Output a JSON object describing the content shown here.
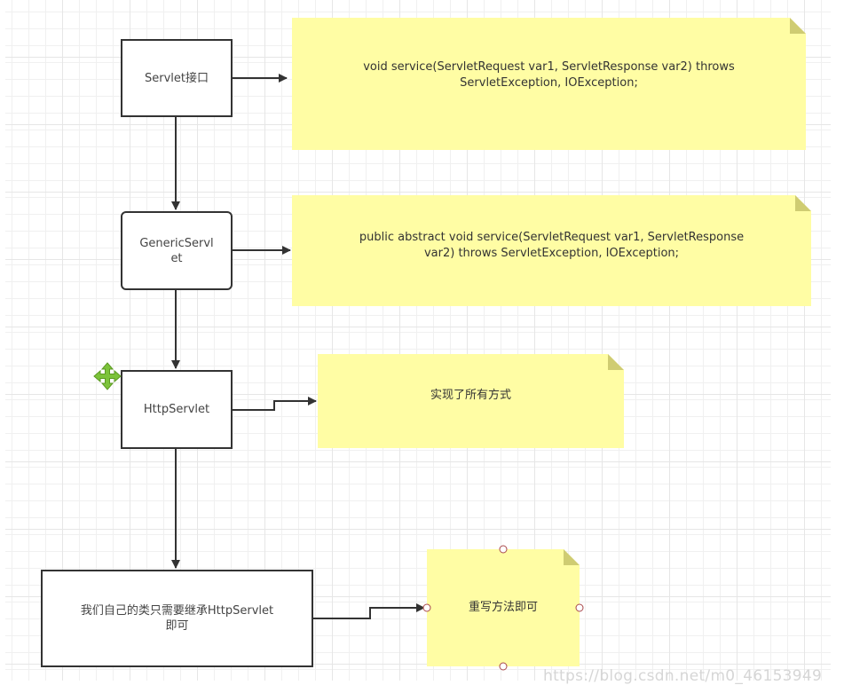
{
  "diagram": {
    "nodes": [
      {
        "id": "servlet",
        "label": "Servlet接口",
        "shape": "rectangle"
      },
      {
        "id": "generic",
        "label": "GenericServlet",
        "label_lines": [
          "GenericServl",
          "et"
        ],
        "shape": "rounded-rectangle"
      },
      {
        "id": "http",
        "label": "HttpServlet",
        "shape": "rectangle"
      },
      {
        "id": "custom",
        "label": "我们自己的类只需要继承HttpServlet即可",
        "label_lines": [
          "我们自己的类只需要继承HttpServlet",
          "即可"
        ],
        "shape": "rectangle"
      }
    ],
    "notes": [
      {
        "id": "note-servlet",
        "lines": [
          "void service(ServletRequest var1, ServletResponse var2) throws",
          "ServletException, IOException;"
        ]
      },
      {
        "id": "note-generic",
        "lines": [
          "public abstract void service(ServletRequest var1, ServletResponse",
          "var2) throws ServletException, IOException;"
        ]
      },
      {
        "id": "note-http",
        "lines": [
          "实现了所有方式"
        ]
      },
      {
        "id": "note-custom",
        "lines": [
          "重写方法即可"
        ]
      }
    ],
    "edges": [
      {
        "from": "servlet",
        "to": "generic"
      },
      {
        "from": "generic",
        "to": "http"
      },
      {
        "from": "http",
        "to": "custom"
      },
      {
        "from": "servlet",
        "to": "note-servlet"
      },
      {
        "from": "generic",
        "to": "note-generic"
      },
      {
        "from": "http",
        "to": "note-http"
      },
      {
        "from": "custom",
        "to": "note-custom"
      }
    ],
    "selected": "note-custom",
    "colors": {
      "stroke": "#333333",
      "note_fill": "#fffda4",
      "note_fold": "#cfcc72",
      "handle": "#a8474a",
      "move_icon": "#7cc33a"
    }
  },
  "watermark": "https://blog.csdn.net/m0_46153949"
}
